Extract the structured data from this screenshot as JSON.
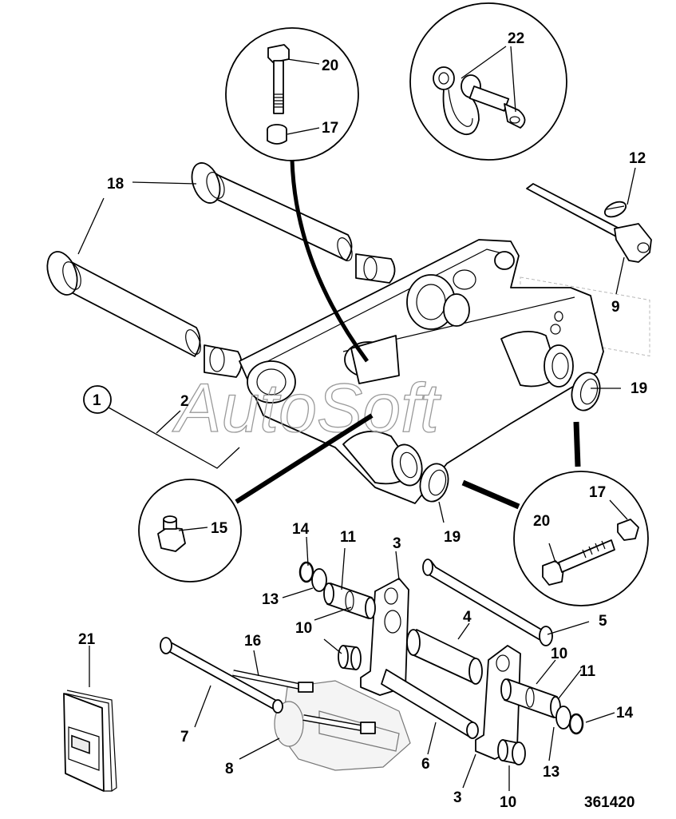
{
  "diagram": {
    "reference_number": "361420",
    "watermark": "AutoSoft",
    "callouts": [
      {
        "id": "c20a",
        "text": "20"
      },
      {
        "id": "c17a",
        "text": "17"
      },
      {
        "id": "c22",
        "text": "22"
      },
      {
        "id": "c12",
        "text": "12"
      },
      {
        "id": "c18",
        "text": "18"
      },
      {
        "id": "c9",
        "text": "9"
      },
      {
        "id": "c19a",
        "text": "19"
      },
      {
        "id": "c1",
        "text": "1"
      },
      {
        "id": "c2",
        "text": "2"
      },
      {
        "id": "c15",
        "text": "15"
      },
      {
        "id": "c19b",
        "text": "19"
      },
      {
        "id": "c17b",
        "text": "17"
      },
      {
        "id": "c20b",
        "text": "20"
      },
      {
        "id": "c14a",
        "text": "14"
      },
      {
        "id": "c11a",
        "text": "11"
      },
      {
        "id": "c3a",
        "text": "3"
      },
      {
        "id": "c13a",
        "text": "13"
      },
      {
        "id": "c10a",
        "text": "10"
      },
      {
        "id": "c4",
        "text": "4"
      },
      {
        "id": "c5",
        "text": "5"
      },
      {
        "id": "c21",
        "text": "21"
      },
      {
        "id": "c16",
        "text": "16"
      },
      {
        "id": "c10b",
        "text": "10"
      },
      {
        "id": "c11b",
        "text": "11"
      },
      {
        "id": "c14b",
        "text": "14"
      },
      {
        "id": "c7",
        "text": "7"
      },
      {
        "id": "c8",
        "text": "8"
      },
      {
        "id": "c6",
        "text": "6"
      },
      {
        "id": "c13b",
        "text": "13"
      },
      {
        "id": "c3b",
        "text": "3"
      },
      {
        "id": "c10c",
        "text": "10"
      }
    ]
  }
}
